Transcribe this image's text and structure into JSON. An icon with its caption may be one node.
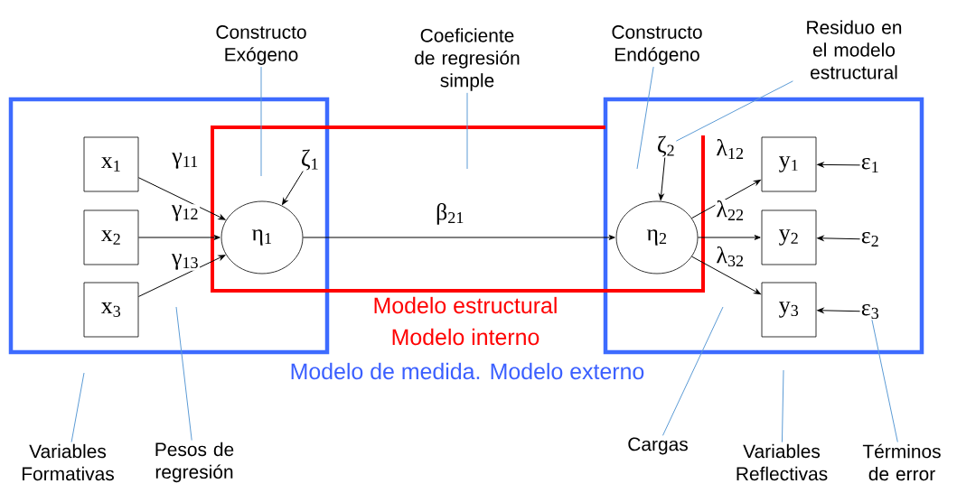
{
  "diagram": {
    "nodes": [
      {
        "text": [
          "x$_{1}$"
        ]
      },
      {
        "text": [
          "x$_{2}$"
        ]
      },
      {
        "text": [
          "x$_{3}$"
        ]
      },
      {
        "text": [
          "η$_{1}$"
        ]
      },
      {
        "text": [
          "ζ$_{1}$"
        ]
      },
      {
        "text": [
          "η$_{2}$"
        ]
      },
      {
        "text": [
          "ζ$_{2}$"
        ]
      },
      {
        "text": [
          "y$_{1}$"
        ]
      },
      {
        "text": [
          "y$_{2}$"
        ]
      },
      {
        "text": [
          "y$_{3}$"
        ]
      },
      {
        "text": [
          "ε$_{1}$"
        ]
      },
      {
        "text": [
          "ε$_{2}$"
        ]
      },
      {
        "text": [
          "ε$_{3}$"
        ]
      },
      {
        "text": [
          "Constructo Exógeno"
        ]
      },
      {
        "text": [
          "Coeficiente de regresión simple"
        ]
      },
      {
        "text": [
          "Constructo Endógeno"
        ]
      },
      {
        "text": [
          "Residuo en el modelo estructural"
        ]
      },
      {
        "text": [
          "Variables Formativas"
        ]
      },
      {
        "text": [
          "Pesos de regresión"
        ]
      },
      {
        "text": [
          "Cargas"
        ]
      },
      {
        "text": [
          "Variables Reflectivas"
        ]
      },
      {
        "text": [
          "Términos de error"
        ]
      }
    ],
    "edges": [
      {
        "from": 0,
        "to": 3,
        "arrow": "to",
        "label": "γ$_{11}$"
      },
      {
        "from": 1,
        "to": 3,
        "arrow": "to",
        "label": "γ$_{12}$"
      },
      {
        "from": 2,
        "to": 3,
        "arrow": "to",
        "label": "γ$_{13}$"
      },
      {
        "from": 4,
        "to": 3,
        "arrow": "to"
      },
      {
        "from": 3,
        "to": 5,
        "arrow": "to",
        "label": "β$_{21}$"
      },
      {
        "from": 6,
        "to": 5,
        "arrow": "to"
      },
      {
        "from": 5,
        "to": 7,
        "arrow": "to",
        "label": "λ$_{12}$"
      },
      {
        "from": 5,
        "to": 8,
        "arrow": "to",
        "label": "λ$_{22}$"
      },
      {
        "from": 5,
        "to": 9,
        "arrow": "to",
        "label": "λ$_{32}$"
      },
      {
        "from": 10,
        "to": 7,
        "arrow": "to"
      },
      {
        "from": 11,
        "to": 8,
        "arrow": "to"
      },
      {
        "from": 12,
        "to": 9,
        "arrow": "to"
      },
      {
        "from": 13,
        "to": null,
        "arrow": "none",
        "color": "#5b9bd5"
      },
      {
        "from": 14,
        "to": null,
        "arrow": "none",
        "color": "#5b9bd5"
      },
      {
        "from": 15,
        "to": null,
        "arrow": "none",
        "color": "#5b9bd5"
      },
      {
        "from": 16,
        "to": 6,
        "arrow": "none",
        "color": "#5b9bd5"
      },
      {
        "from": 17,
        "to": null,
        "arrow": "none",
        "color": "#5b9bd5"
      },
      {
        "from": 18,
        "to": null,
        "arrow": "none",
        "color": "#5b9bd5"
      },
      {
        "from": 19,
        "to": null,
        "arrow": "none",
        "color": "#5b9bd5"
      },
      {
        "from": 20,
        "to": null,
        "arrow": "none",
        "color": "#5b9bd5"
      },
      {
        "from": 21,
        "to": 12,
        "arrow": "none",
        "color": "#5b9bd5"
      }
    ],
    "labels": [
      "Modelo estructural",
      "Modelo interno",
      "Modelo de medida. Modelo externo"
    ]
  }
}
